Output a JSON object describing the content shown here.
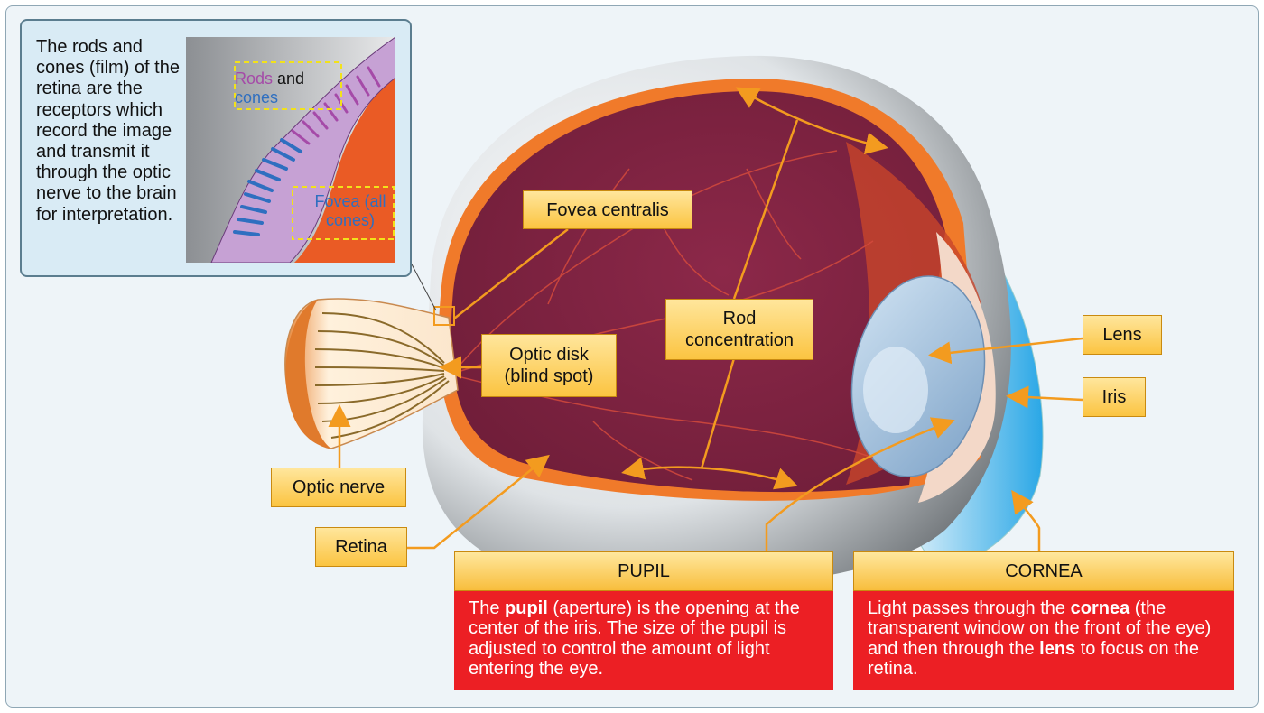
{
  "inset": {
    "text": "The rods and cones (film) of the retina are the receptors which record the image and transmit it through the optic nerve to the brain for interpretation.",
    "rods_word": "Rods",
    "and_word": " and",
    "cones_word": "cones",
    "fovea_caption": "Fovea (all cones)"
  },
  "labels": {
    "fovea_centralis": "Fovea centralis",
    "optic_disk": "Optic disk\n(blind spot)",
    "rod_concentration": "Rod\nconcentration",
    "lens": "Lens",
    "iris": "Iris",
    "optic_nerve": "Optic nerve",
    "retina": "Retina"
  },
  "pupil": {
    "title": "PUPIL",
    "pre": "The ",
    "bold": "pupil",
    "post": " (aperture) is the opening at the center of the iris. The size of the pupil is adjusted to control the amount of light entering the eye."
  },
  "cornea": {
    "title": "CORNEA",
    "pre": "Light passes through the ",
    "bold1": "cornea",
    "mid": " (the transparent window on the front of the eye) and then through the ",
    "bold2": "lens",
    "post": " to focus on the retina."
  },
  "colors": {
    "label_fill": "#fbc441",
    "panel_red": "#ec1f24",
    "eye_interior": "#8a2444",
    "rods_purple": "#a54aa8",
    "cones_blue": "#2f6fc0"
  }
}
